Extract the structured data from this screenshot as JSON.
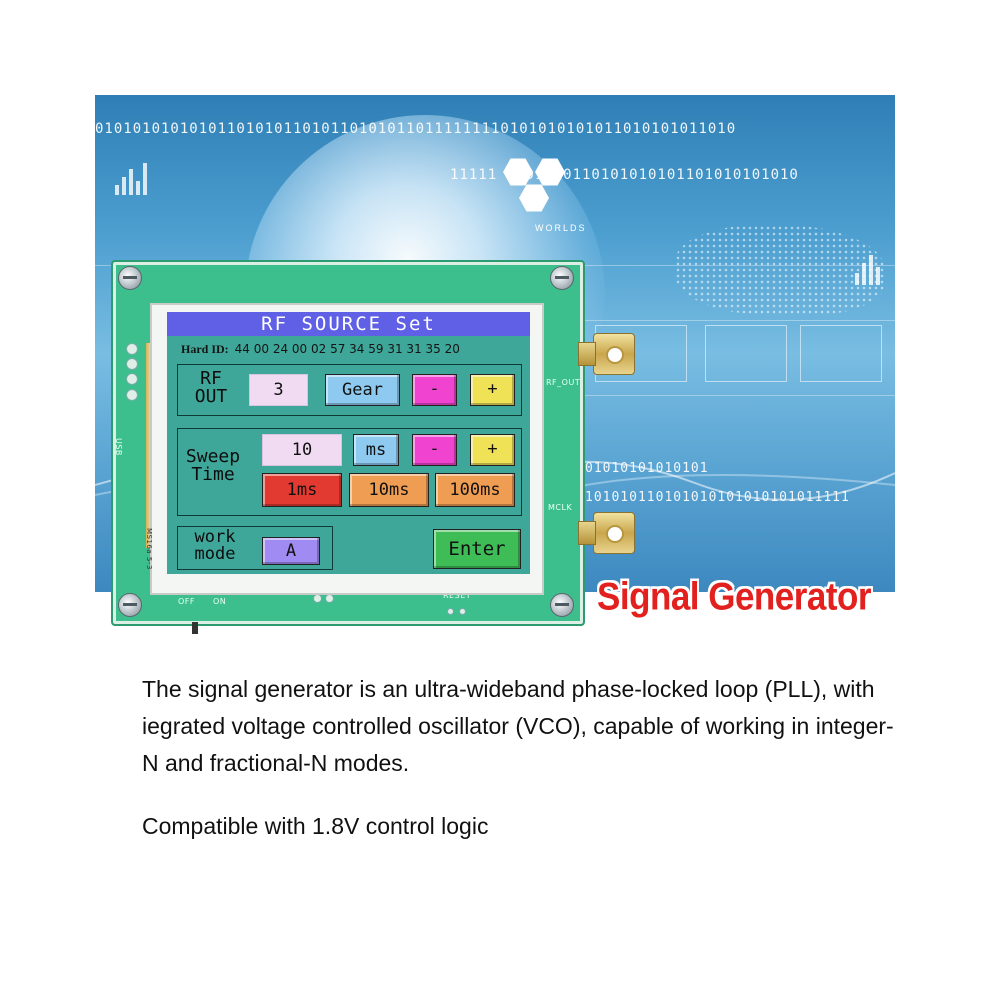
{
  "banner": {
    "binary_top": "01010101010101101010110101101010110111111110101010101011010101011010",
    "binary_mid": "11111 0101010110101010101101010101010",
    "binary_low1": "01010101010101",
    "binary_low2": "101010110101010101010101011111",
    "worlds_text": "WORLDS"
  },
  "device": {
    "lcd_title": "RF SOURCE Set",
    "hard_id_label": "Hard ID:",
    "hard_id_value": "44 00 24 00 02 57 34 59 31 31 35 20",
    "rf_out_label_line1": "RF",
    "rf_out_label_line2": "OUT",
    "rf_out_value": "3",
    "gear_button": "Gear",
    "minus_button": "-",
    "plus_button": "+",
    "sweep_label_line1": "Sweep",
    "sweep_label_line2": "Time",
    "sweep_value": "10",
    "sweep_unit_button": "ms",
    "btn_1ms": "1ms",
    "btn_10ms": "10ms",
    "btn_100ms": "100ms",
    "work_label_line1": "work",
    "work_label_line2": "mode",
    "work_value": "A",
    "enter_button": "Enter",
    "silk_rf_out": "RF_OUT",
    "silk_mclk": "MCLK",
    "silk_usb": "USB",
    "silk_off": "OFF",
    "silk_on": "ON",
    "silk_reset": "RESET",
    "silk_board_id": "MS16a 5-3"
  },
  "headline": "Signal Generator",
  "description": "The signal generator is an ultra-wideband phase-locked loop (PLL), with iegrated voltage controlled oscillator (VCO), capable of working in integer-N and fractional-N modes.",
  "note": "Compatible with 1.8V control logic",
  "colors": {
    "title_bar": "#6060e6",
    "lcd_bg": "#3ea799",
    "headline_red": "#e2211f",
    "pcb_green": "#3cbf8c"
  }
}
